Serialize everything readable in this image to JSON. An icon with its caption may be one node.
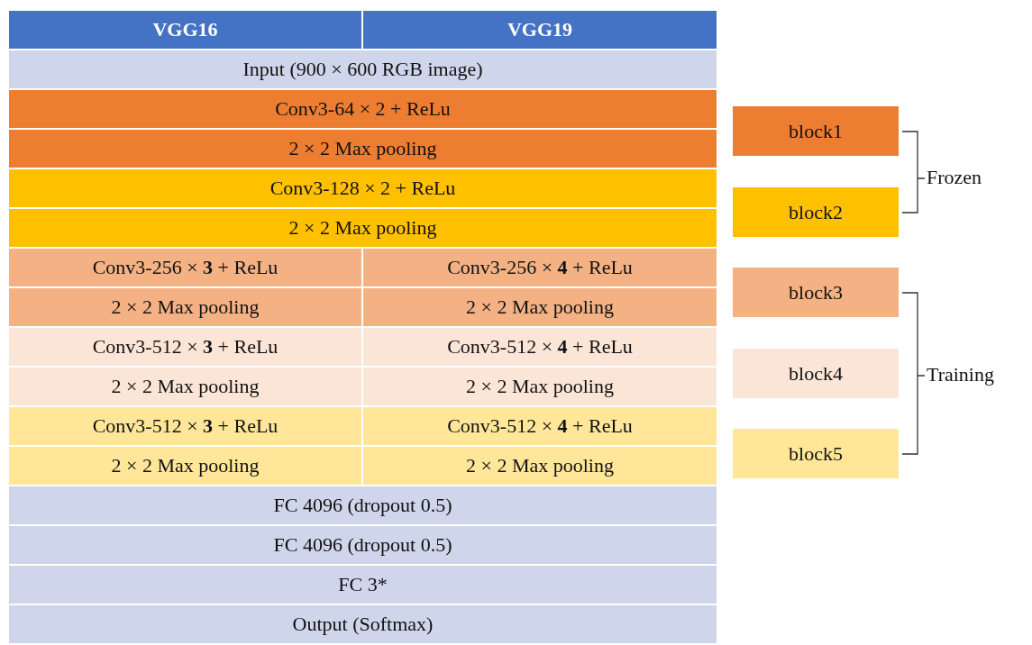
{
  "diagram": {
    "nodes": [
      {
        "text": [
          "VGG16"
        ]
      },
      {
        "text": [
          "VGG19"
        ]
      },
      {
        "text": [
          "Input (900 × 600 RGB image)"
        ]
      },
      {
        "text": [
          "Conv3-64 × 2 + ReLu"
        ]
      },
      {
        "text": [
          "2 × 2 Max pooling"
        ]
      },
      {
        "text": [
          "Conv3-128 × 2 + ReLu"
        ]
      },
      {
        "text": [
          "2 × 2 Max pooling"
        ]
      },
      {
        "text": [
          "Conv3-256 × **3** + ReLu"
        ]
      },
      {
        "text": [
          "Conv3-256 × **4** + ReLu"
        ]
      },
      {
        "text": [
          "2 × 2 Max pooling"
        ]
      },
      {
        "text": [
          "2 × 2 Max pooling"
        ]
      },
      {
        "text": [
          "Conv3-512 × **3** + ReLu"
        ]
      },
      {
        "text": [
          "Conv3-512 × **4** + ReLu"
        ]
      },
      {
        "text": [
          "2 × 2 Max pooling"
        ]
      },
      {
        "text": [
          "2 × 2 Max pooling"
        ]
      },
      {
        "text": [
          "Conv3-512 × **3** + ReLu"
        ]
      },
      {
        "text": [
          "Conv3-512 × **4** + ReLu"
        ]
      },
      {
        "text": [
          "2 × 2 Max pooling"
        ]
      },
      {
        "text": [
          "2 × 2 Max pooling"
        ]
      },
      {
        "text": [
          "FC 4096 (dropout 0.5)"
        ]
      },
      {
        "text": [
          "FC 4096 (dropout 0.5)"
        ]
      },
      {
        "text": [
          "FC 3*"
        ]
      },
      {
        "text": [
          "Output (Softmax)"
        ]
      },
      {
        "text": [
          "block1"
        ]
      },
      {
        "text": [
          "block2"
        ]
      },
      {
        "text": [
          "block3"
        ]
      },
      {
        "text": [
          "block4"
        ]
      },
      {
        "text": [
          "block5"
        ]
      }
    ],
    "edges": [],
    "labels": [
      "Frozen",
      "Training"
    ]
  }
}
